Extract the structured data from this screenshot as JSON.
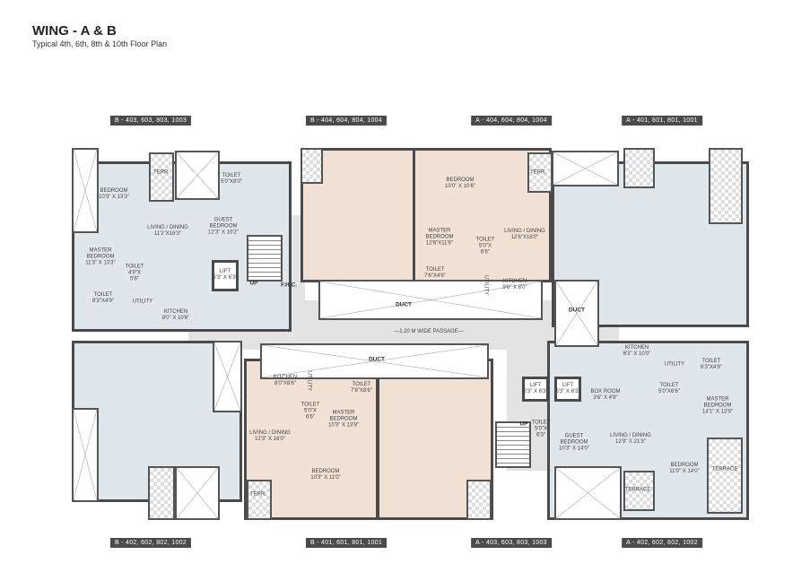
{
  "header": {
    "title": "WING - A & B",
    "subtitle": "Typical 4th, 6th, 8th & 10th Floor Plan"
  },
  "unit_tags": [
    "B - 403, 603, 803, 1003",
    "B - 404, 604, 804, 1004",
    "A - 404, 604, 804, 1004",
    "A - 401, 601, 801, 1001",
    "B - 402, 602, 802, 1002",
    "B - 401, 601, 801, 1001",
    "A - 403, 603, 803, 1003",
    "A - 402, 602, 802, 1002"
  ],
  "passage_label": "—1.20 M WIDE PASSAGE—",
  "markers": {
    "duct": "DUCT",
    "up": "UP",
    "fhc": "F.H.C."
  },
  "colors": {
    "unit_blue": "#dfe7ec",
    "unit_peach": "#f2e1d5",
    "corridor": "#e3e3e3",
    "wall": "#4a4a4a",
    "tag_bg": "#4a4a4a"
  },
  "rooms": [
    {
      "name": "TERR.",
      "size": ""
    },
    {
      "name": "TOILET",
      "size": "5'0\"X8'0\""
    },
    {
      "name": "BEDROOM",
      "size": "10'3\" X 13'3\""
    },
    {
      "name": "LIVING / DINING",
      "size": "11'2\"X16'3\""
    },
    {
      "name": "GUEST BEDROOM",
      "size": "12'3\" X 10'2\""
    },
    {
      "name": "MASTER BEDROOM",
      "size": "11'3\" X 13'3\""
    },
    {
      "name": "TOILET",
      "size": "4'9\"X 5'6\""
    },
    {
      "name": "LIFT",
      "size": "6'3\" X 6'3\""
    },
    {
      "name": "TOILET",
      "size": "8'3\"X4'9\""
    },
    {
      "name": "UTILITY",
      "size": ""
    },
    {
      "name": "KITCHEN",
      "size": "8'0\" X 10'6\""
    },
    {
      "name": "BEDROOM",
      "size": "10'0\" X 10'6\""
    },
    {
      "name": "TERR.",
      "size": ""
    },
    {
      "name": "MASTER BEDROOM",
      "size": "12'6\"X11'6\""
    },
    {
      "name": "TOILET",
      "size": "5'0\"X 6'6\""
    },
    {
      "name": "LIVING / DINING",
      "size": "12'6\"X16'0\""
    },
    {
      "name": "TOILET",
      "size": "7'6\"X4'6\""
    },
    {
      "name": "UTILITY",
      "size": ""
    },
    {
      "name": "KITCHEN",
      "size": "9'6\" X 8'0\""
    },
    {
      "name": "KITCHEN",
      "size": "8'0\"X8'6\""
    },
    {
      "name": "UTILITY",
      "size": ""
    },
    {
      "name": "TOILET",
      "size": "7'6\"X8'6\""
    },
    {
      "name": "TOILET",
      "size": "5'0\"X 6'6\""
    },
    {
      "name": "MASTER BEDROOM",
      "size": "10'3\" X 13'9\""
    },
    {
      "name": "LIVING / DINING",
      "size": "12'3\" X 16'0\""
    },
    {
      "name": "BEDROOM",
      "size": "10'3\" X 11'0\""
    },
    {
      "name": "TERR.",
      "size": ""
    },
    {
      "name": "KITCHEN",
      "size": "6'3\" X 10'0\""
    },
    {
      "name": "UTILITY",
      "size": ""
    },
    {
      "name": "TOILET",
      "size": "6'3\"X4'9\""
    },
    {
      "name": "LIFT",
      "size": "6'3\" X 6'3\""
    },
    {
      "name": "LIFT",
      "size": "6'3\" X 6'3\""
    },
    {
      "name": "BOX ROOM",
      "size": "3'6\" X 4'9\""
    },
    {
      "name": "TOILET",
      "size": "5'0\"X6'6\""
    },
    {
      "name": "MASTER BEDROOM",
      "size": "14'1\" X 13'9\""
    },
    {
      "name": "TOILET",
      "size": "5'0\"X 6'3\""
    },
    {
      "name": "GUEST BEDROOM",
      "size": "10'3\" X 14'0\""
    },
    {
      "name": "LIVING / DINING",
      "size": "12'9\" X 21'3\""
    },
    {
      "name": "BEDROOM",
      "size": "11'0\" X 14'0\""
    },
    {
      "name": "TERRACE",
      "size": ""
    },
    {
      "name": "TERRACE",
      "size": ""
    }
  ]
}
